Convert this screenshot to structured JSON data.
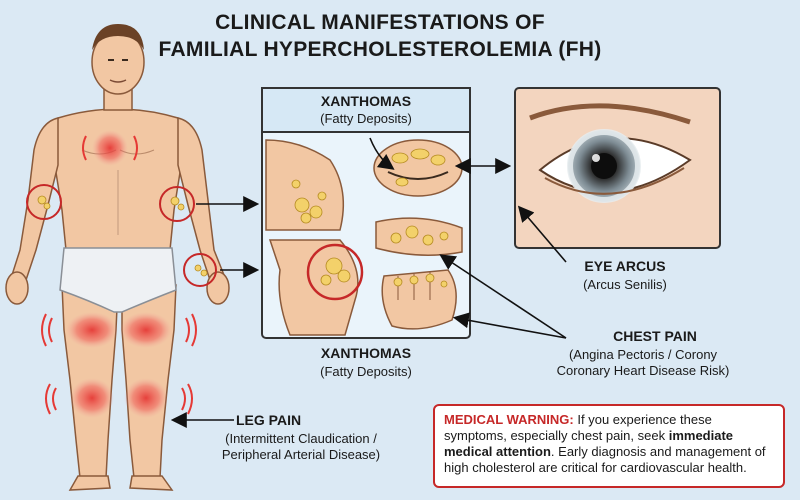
{
  "title": {
    "line1": "CLINICAL MANIFESTATIONS OF",
    "line2": "FAMILIAL HYPERCHOLESTEROLEMIA (FH)"
  },
  "panel": {
    "heading": "XANTHOMAS",
    "subheading": "(Fatty Deposits)"
  },
  "labels": {
    "xanthomas_title": "XANTHOMAS",
    "xanthomas_sub": "(Fatty Deposits)",
    "eye_title": "EYE ARCUS",
    "eye_sub": "(Arcus Senilis)",
    "chest_title": "CHEST PAIN",
    "chest_sub1": "(Angina Pectoris / Corony",
    "chest_sub2": "Coronary Heart Disease Risk)",
    "leg_title": "LEG PAIN",
    "leg_sub1": "(Intermittent Claudication /",
    "leg_sub2": "Peripheral Arterial Disease)"
  },
  "warning": {
    "heading": "MEDICAL WARNING:",
    "text1": " If you experience these symptoms, especially chest pain, seek ",
    "bold1": "immediate medical attention",
    "text2": ". Early diagnosis and management of high cholesterol are critical for cardiovascular health."
  },
  "colors": {
    "background": "#dbe9f4",
    "warning_red": "#c62828",
    "skin": "#f2c7a3",
    "deposit": "#f3d16a",
    "pain_red": "#e53935"
  }
}
